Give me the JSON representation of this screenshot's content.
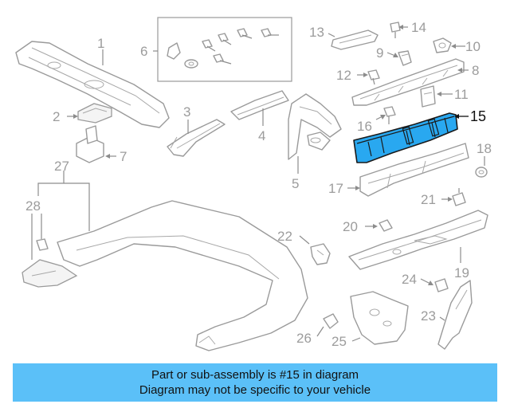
{
  "diagram": {
    "callouts": [
      "1",
      "2",
      "3",
      "4",
      "5",
      "6",
      "7",
      "8",
      "9",
      "10",
      "11",
      "12",
      "13",
      "14",
      "15",
      "16",
      "17",
      "18",
      "19",
      "20",
      "21",
      "22",
      "23",
      "24",
      "25",
      "26",
      "27",
      "28"
    ],
    "highlighted_part": "15",
    "highlight_color": "#29a8f0",
    "banner_color": "#5bc0f8"
  },
  "banner": {
    "line1": "Part or sub-assembly is #15 in diagram",
    "line2": "Diagram may not be specific to your vehicle"
  }
}
